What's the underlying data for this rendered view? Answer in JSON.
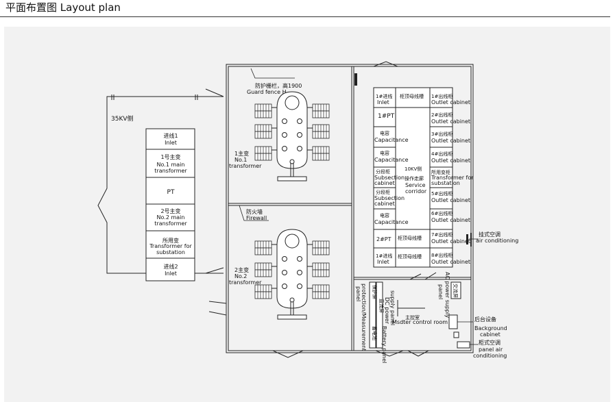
{
  "header": {
    "title": "平面布置图 Layout plan"
  },
  "plan": {
    "kv35_side": "35KV侧",
    "kv35_column": {
      "cells": [
        {
          "cn": "进线1",
          "en": "Inlet",
          "en2": ""
        },
        {
          "cn": "1号主变",
          "en": "No.1 main",
          "en2": "transformer"
        },
        {
          "cn": "",
          "en": "PT",
          "en2": ""
        },
        {
          "cn": "2号主变",
          "en": "No.2 main",
          "en2": "transformer"
        },
        {
          "cn": "所用变",
          "en": "Transformer for",
          "en2": "substation"
        },
        {
          "cn": "进线2",
          "en": "Inlet",
          "en2": ""
        }
      ]
    },
    "transformer_yard": {
      "guard_fence_cn": "防护栅栏，高1900",
      "guard_fence_en": "Guard fence H",
      "t1_cn": "1主变",
      "t1_en1": "No.1",
      "t1_en2": "transformer",
      "firewall_cn": "防火墙",
      "firewall_en": "Firewall",
      "t2_cn": "2主变",
      "t2_en1": "No.2",
      "t2_en2": "transformer"
    },
    "kv10_room": {
      "corridor_cn1": "10KV侧",
      "corridor_cn2": "操作走廊",
      "corridor_en1": "Service",
      "corridor_en2": "corridor",
      "left_column": [
        {
          "cn": "1#进线",
          "en": "Inlet"
        },
        {
          "cn": "",
          "en": "1#PT"
        },
        {
          "cn": "电容",
          "en": "Capacitance"
        },
        {
          "cn": "电容",
          "en": "Capacitance"
        },
        {
          "cn": "分段柜",
          "en": "Subsection",
          "en2": "cabinet"
        },
        {
          "cn": "分段柜",
          "en": "Subsection",
          "en2": "cabinet"
        },
        {
          "cn": "电容",
          "en": "Capacitance"
        },
        {
          "cn": "",
          "en": "2#PT"
        },
        {
          "cn": "1#进线",
          "en": "Inlet"
        }
      ],
      "middle_top": "柜顶母线槽",
      "middle_bottom": [
        "柜顶母线槽",
        "柜顶母线槽"
      ],
      "right_column": [
        {
          "cn": "1#出线柜",
          "en": "Outlet cabinet"
        },
        {
          "cn": "2#出线柜",
          "en": "Outlet cabinet"
        },
        {
          "cn": "3#出线柜",
          "en": "Outlet cabinet"
        },
        {
          "cn": "4#出线柜",
          "en": "Outlet cabinet"
        },
        {
          "cn": "所用变柜",
          "en": "Transformer for",
          "en2": "substation"
        },
        {
          "cn": "5#出线柜",
          "en": "Outlet cabinet"
        },
        {
          "cn": "6#出线柜",
          "en": "Outlet cabinet"
        },
        {
          "cn": "7#出线柜",
          "en": "Outlet cabinet"
        },
        {
          "cn": "8#出线柜",
          "en": "Outlet cabinet"
        }
      ],
      "ac_cn": "挂式空调",
      "ac_en": "air conditioning"
    },
    "control_room": {
      "protection_cn": "保护屏",
      "protection_en1": "protection/Measurement",
      "protection_en2": "panel",
      "dc_cn": "直流屏",
      "dc_en1": "DC power",
      "dc_en2": "supply panel",
      "battery_cn": "蓄电池",
      "battery_en": "Battery panel",
      "ac_panel_cn": "交流屏",
      "ac_panel_en1": "AC power supply",
      "ac_panel_en2": "panel",
      "room_cn": "主控室",
      "room_en": "Msdter control room",
      "background_cn": "后台设备",
      "background_en1": "Background",
      "background_en2": "cabinet",
      "cabinet_ac_cn": "柜式空调",
      "cabinet_ac_en1": "panel air",
      "cabinet_ac_en2": "conditioning"
    }
  }
}
